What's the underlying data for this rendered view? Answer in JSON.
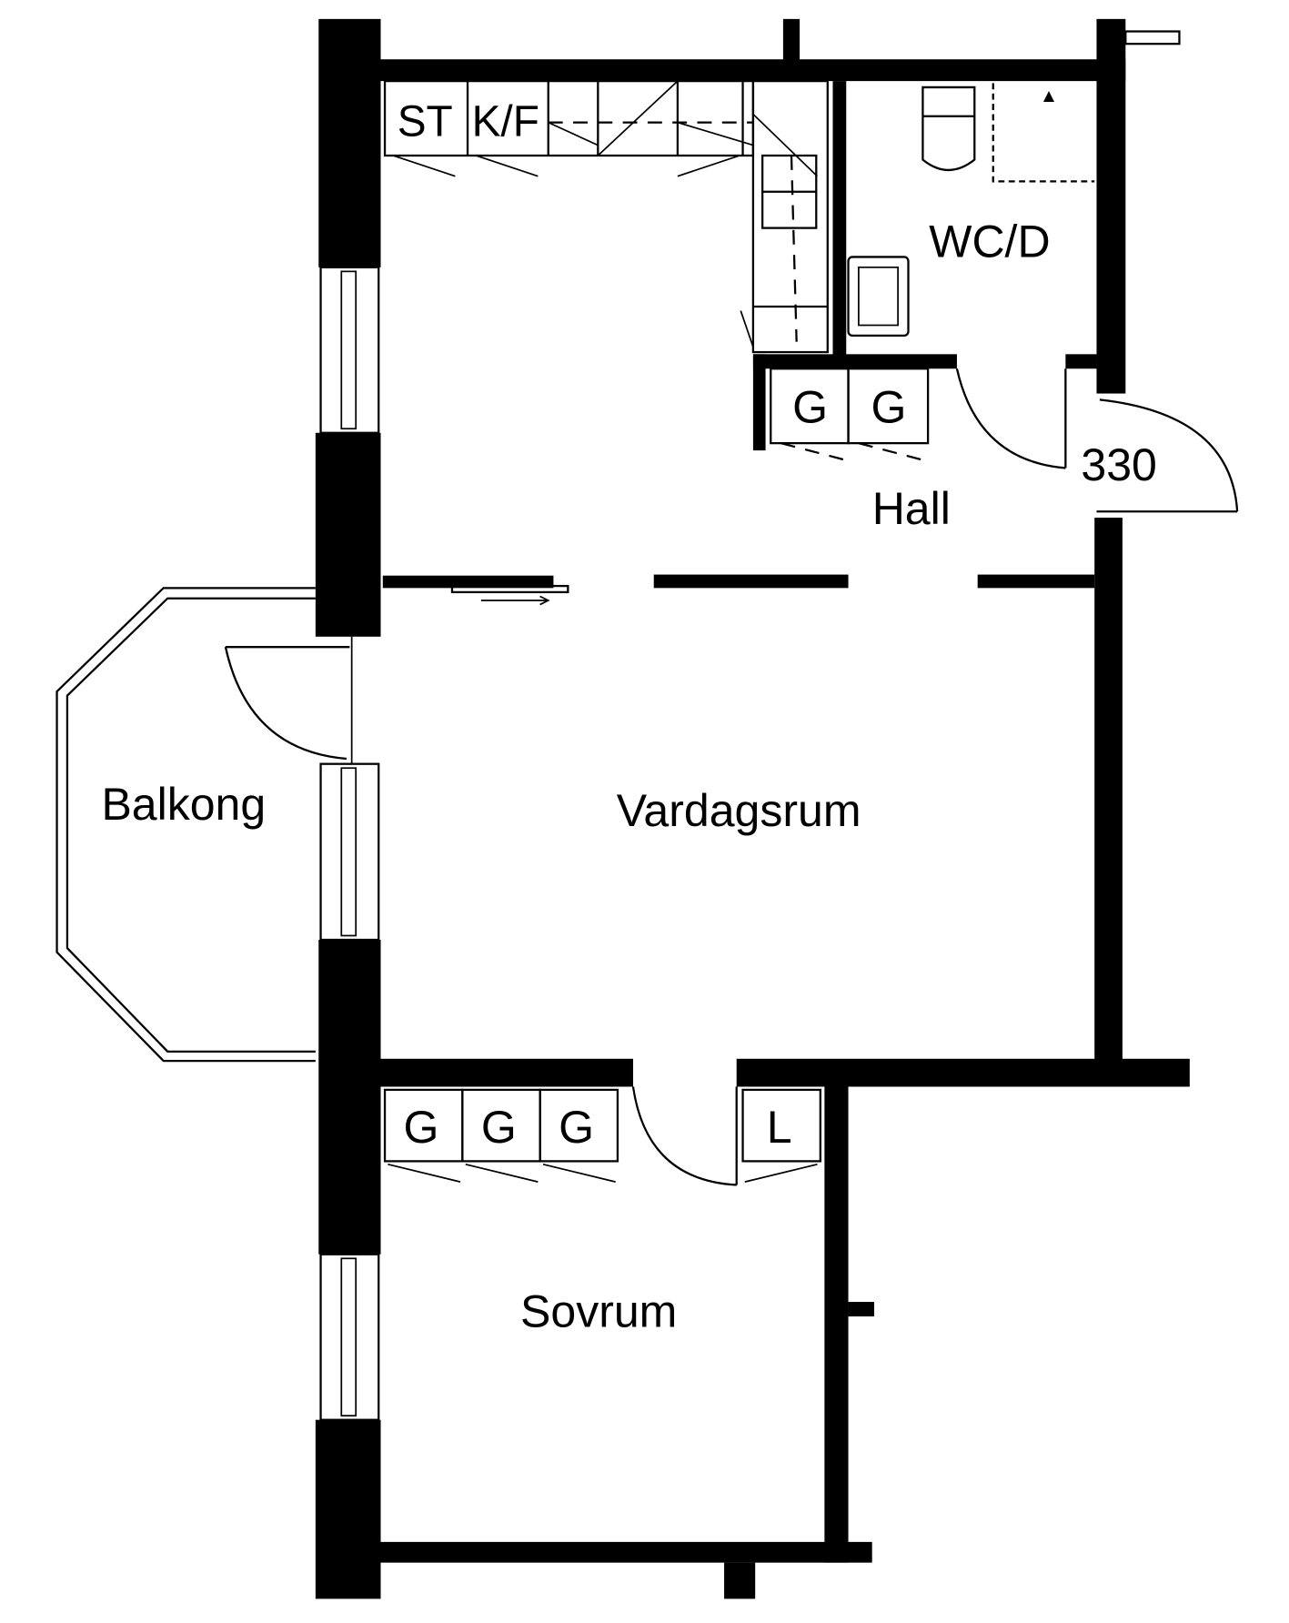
{
  "plan": {
    "kitchen": {
      "stove_label": "ST",
      "fridge_freezer_label": "K/F"
    },
    "bathroom": {
      "label": "WC/D"
    },
    "hall": {
      "label": "Hall",
      "wardrobes": [
        "G",
        "G"
      ]
    },
    "entrance": {
      "label": "330"
    },
    "balcony": {
      "label": "Balkong"
    },
    "living_room": {
      "label": "Vardagsrum"
    },
    "bedroom": {
      "label": "Sovrum",
      "wardrobes": [
        "G",
        "G",
        "G"
      ],
      "linen_closet": "L"
    }
  },
  "colors": {
    "line": "#000000",
    "background": "#ffffff"
  }
}
